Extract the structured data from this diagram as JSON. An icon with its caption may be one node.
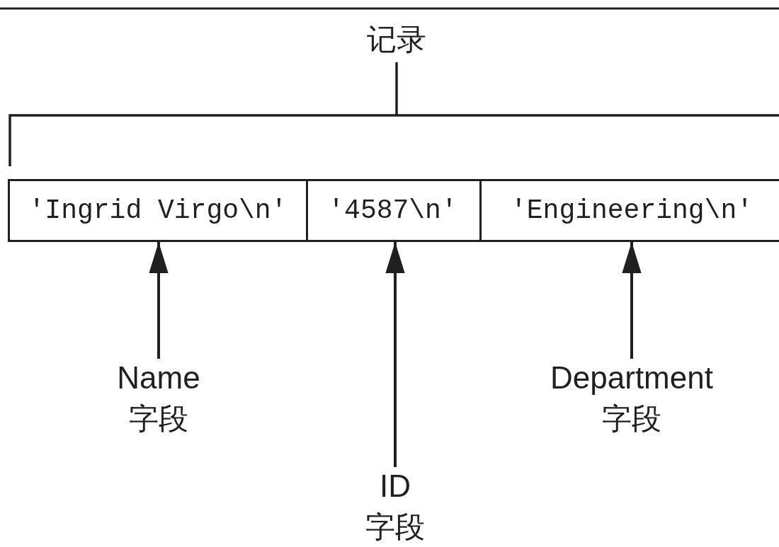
{
  "diagram": {
    "nodes": [
      {
        "text": [
          "'Ingrid Virgo\\n'"
        ]
      },
      {
        "text": [
          "'4587\\n'"
        ]
      },
      {
        "text": [
          "'Engineering\\n'"
        ]
      },
      {
        "text": [
          "Name",
          "字段"
        ]
      },
      {
        "text": [
          "ID",
          "字段"
        ]
      },
      {
        "text": [
          "Department",
          "字段"
        ]
      }
    ],
    "edges": [
      {
        "from": 3,
        "to": 0,
        "arrow": "to"
      },
      {
        "from": 4,
        "to": 1,
        "arrow": "to"
      },
      {
        "from": 5,
        "to": 2,
        "arrow": "to"
      }
    ],
    "labels": [
      "记录"
    ]
  }
}
